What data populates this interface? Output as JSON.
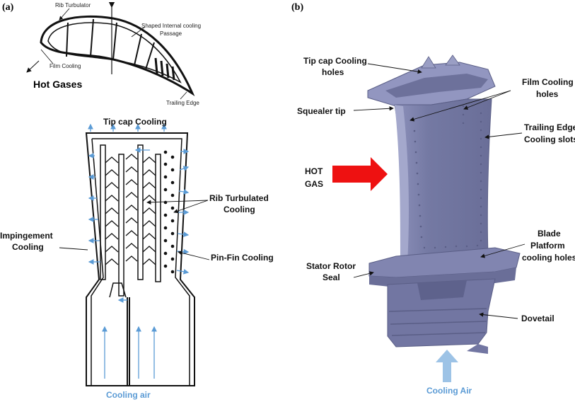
{
  "panels": {
    "a": {
      "letter": "(a)",
      "airfoil_labels": {
        "rib_turbulator": "Rib Turbulator",
        "shaped_internal_line1": "Shaped Internal cooling",
        "shaped_internal_line2": "Passage",
        "film_cooling": "Film Cooling",
        "hot_gases": "Hot Gases",
        "trailing_edge": "Trailing Edge"
      },
      "section_labels": {
        "tip_cap": "Tip cap Cooling",
        "rib_line1": "Rib Turbulated",
        "rib_line2": "Cooling",
        "impingement_line1": "Impingement",
        "impingement_line2": "Cooling",
        "pin_fin": "Pin-Fin Cooling",
        "cooling_air": "Cooling air"
      }
    },
    "b": {
      "letter": "(b)",
      "labels": {
        "tip_cap_line1": "Tip cap Cooling",
        "tip_cap_line2": "holes",
        "film_line1": "Film Cooling",
        "film_line2": "holes",
        "squealer": "Squealer tip",
        "trailing_line1": "Trailing Edge",
        "trailing_line2": "Cooling slots",
        "hot_line1": "HOT",
        "hot_line2": "GAS",
        "platform_line1": "Blade",
        "platform_line2": "Platform",
        "platform_line3": "cooling holes",
        "stator_line1": "Stator Rotor",
        "stator_line2": "Seal",
        "dovetail": "Dovetail",
        "cooling_air": "Cooling Air"
      }
    }
  },
  "colors": {
    "blade": "#7b7fa8",
    "blade_dark": "#5a5e86",
    "blade_light": "#9a9ec4",
    "hot_arrow": "#ee1111",
    "air_arrow": "#9dc3e6",
    "air_text": "#5b9bd5",
    "flow_arrow": "#5b9bd5"
  }
}
